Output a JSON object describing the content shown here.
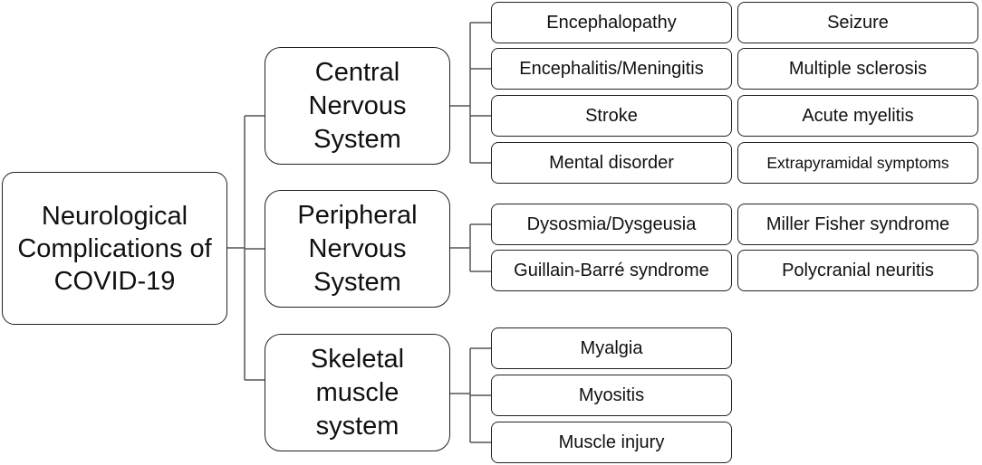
{
  "diagram": {
    "root": "Neurological Complications of COVID-19",
    "categories": [
      {
        "label": "Central Nervous System",
        "items": [
          "Encephalopathy",
          "Seizure",
          "Encephalitis/Meningitis",
          "Multiple sclerosis",
          "Stroke",
          "Acute myelitis",
          "Mental disorder",
          "Extrapyramidal symptoms"
        ]
      },
      {
        "label": "Peripheral Nervous System",
        "items": [
          "Dysosmia/Dysgeusia",
          "Miller Fisher syndrome",
          "Guillain-Barré syndrome",
          "Polycranial neuritis"
        ]
      },
      {
        "label": "Skeletal muscle system",
        "items": [
          "Myalgia",
          "Myositis",
          "Muscle injury"
        ]
      }
    ]
  },
  "colors": {
    "stroke": "#222222",
    "connector": "#555555",
    "text": "#111111"
  }
}
